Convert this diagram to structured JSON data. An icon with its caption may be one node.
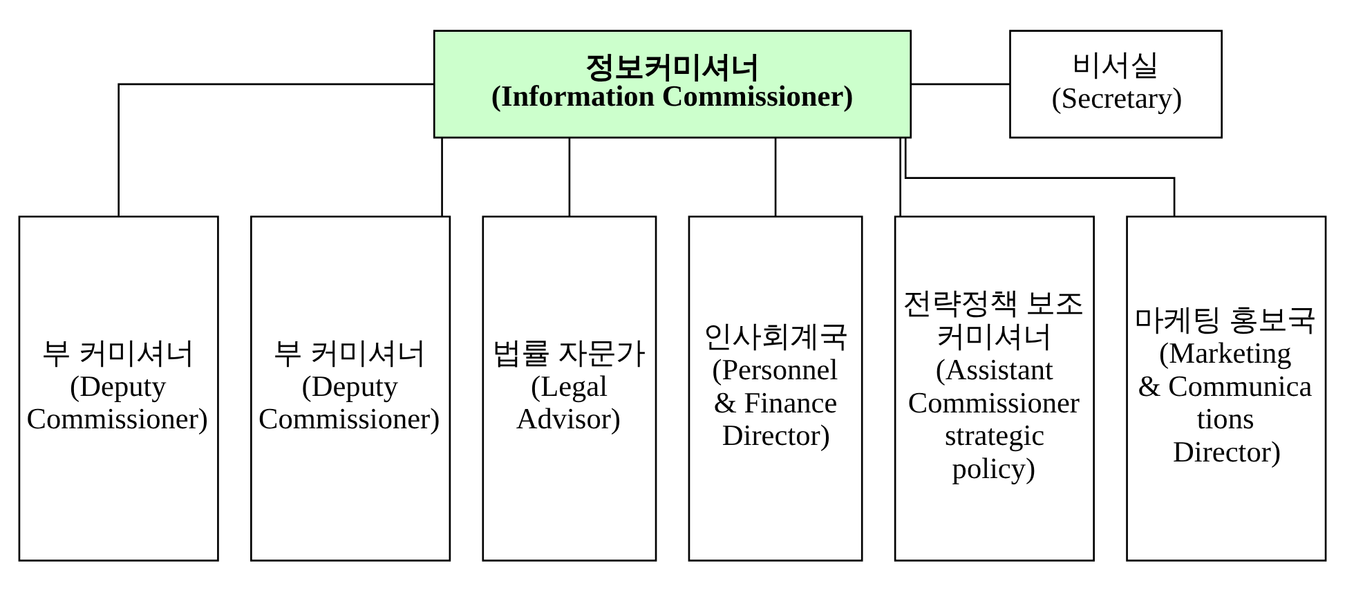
{
  "diagram": {
    "nodes": [
      {
        "text": [
          "정보커미셔너",
          "(Information Commissioner)"
        ]
      },
      {
        "text": [
          "비서실",
          "(Secretary)"
        ]
      },
      {
        "text": [
          "부 커미셔너",
          "(Deputy Commissioner)"
        ]
      },
      {
        "text": [
          "부 커미셔너",
          "(Deputy Commissioner)"
        ]
      },
      {
        "text": [
          "법률 자문가",
          "(Legal Advisor)"
        ]
      },
      {
        "text": [
          "인사회계국",
          "(Personnel & Finance Director)"
        ]
      },
      {
        "text": [
          "전략정책 보조 커미셔너",
          "(Assistant Commissioner strategic policy)"
        ]
      },
      {
        "text": [
          "마케팅 홍보국",
          "(Marketing & Communica tions Director)"
        ]
      }
    ],
    "edges": [
      {
        "from": 0,
        "to": 1,
        "arrow": "none"
      },
      {
        "from": 0,
        "to": 2,
        "arrow": "none"
      },
      {
        "from": 0,
        "to": 3,
        "arrow": "none"
      },
      {
        "from": 0,
        "to": 4,
        "arrow": "none"
      },
      {
        "from": 0,
        "to": 5,
        "arrow": "none"
      },
      {
        "from": 0,
        "to": 6,
        "arrow": "none"
      },
      {
        "from": 0,
        "to": 7,
        "arrow": "none"
      }
    ]
  }
}
